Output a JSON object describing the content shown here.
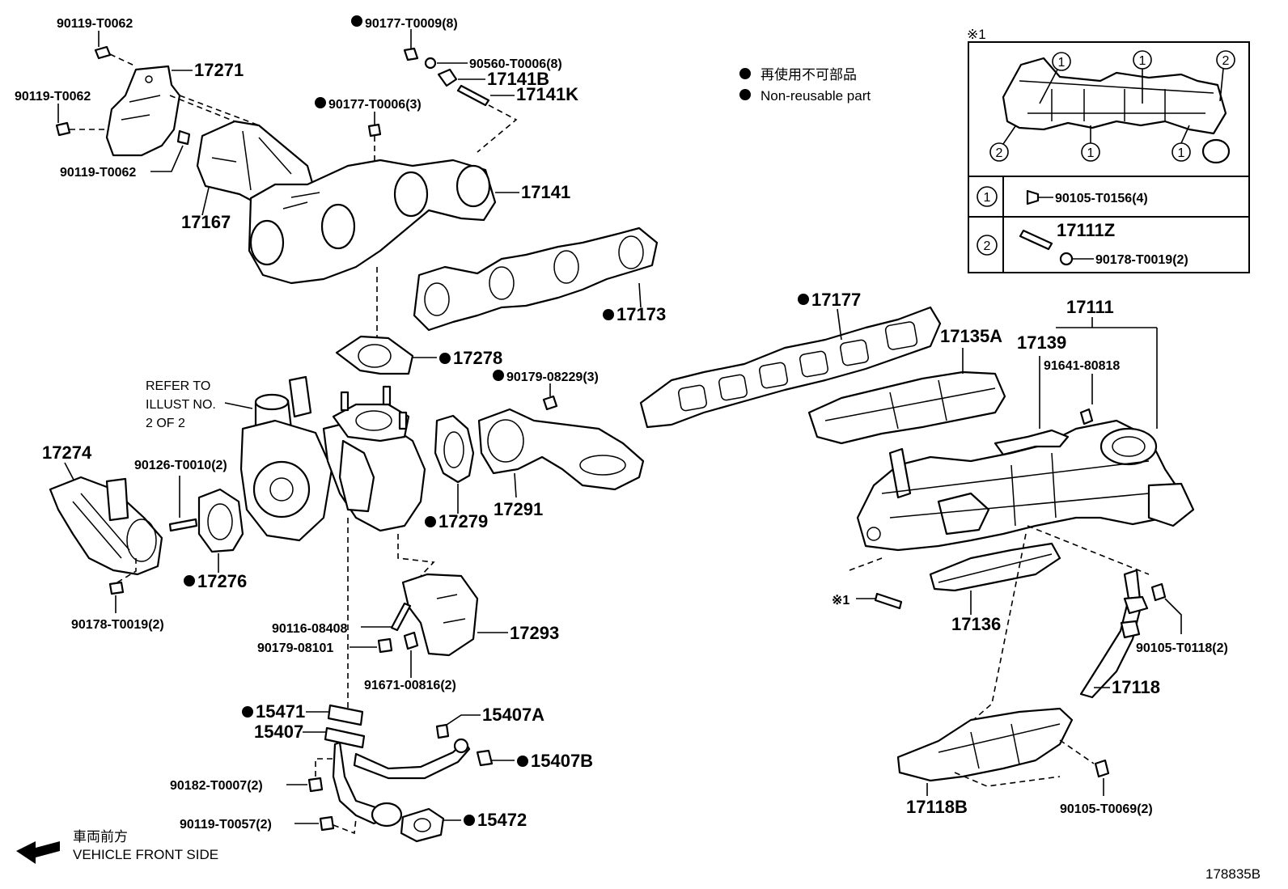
{
  "legend": {
    "ja": "再使用不可部品",
    "en": "Non-reusable part"
  },
  "inset": {
    "title": "※1",
    "row1": {
      "badge": "1",
      "part": "90105-T0156(4)"
    },
    "row2": {
      "badge": "2",
      "part_a": "17111Z",
      "part_b": "90178-T0019(2)"
    },
    "callouts": [
      "1",
      "1",
      "2",
      "2",
      "1",
      "1"
    ]
  },
  "labels": {
    "p90119_T0062_a": "90119-T0062",
    "p17271": "17271",
    "p90119_T0062_b": "90119-T0062",
    "p90119_T0062_c": "90119-T0062",
    "p17167": "17167",
    "p90177_T0009": "90177-T0009(8)",
    "p90560_T0006": "90560-T0006(8)",
    "p17141B": "17141B",
    "p17141K": "17141K",
    "p90177_T0006": "90177-T0006(3)",
    "p17141": "17141",
    "p17173": "17173",
    "p17278": "17278",
    "p90179_08229": "90179-08229(3)",
    "refer1": "REFER TO",
    "refer2": "ILLUST NO.",
    "refer3": "2 OF 2",
    "p17274": "17274",
    "p90126_T0010": "90126-T0010(2)",
    "p17276": "17276",
    "p90178_T0019": "90178-T0019(2)",
    "p17279": "17279",
    "p17291": "17291",
    "p90116_08408": "90116-08408",
    "p90179_08101": "90179-08101",
    "p17293": "17293",
    "p91671_00816": "91671-00816(2)",
    "p15471": "15471",
    "p15407A": "15407A",
    "p15407": "15407",
    "p15407B": "15407B",
    "p90182_T0007": "90182-T0007(2)",
    "p90119_T0057": "90119-T0057(2)",
    "p15472": "15472",
    "p17177": "17177",
    "p17135A": "17135A",
    "p17139": "17139",
    "p17111": "17111",
    "p91641_80818": "91641-80818",
    "p17136": "17136",
    "ref1": "※1",
    "p90105_T0118": "90105-T0118(2)",
    "p17118": "17118",
    "p17118B": "17118B",
    "p90105_T0069": "90105-T0069(2)"
  },
  "front": {
    "ja": "車両前方",
    "en": "VEHICLE FRONT SIDE"
  },
  "figure_code": "178835B"
}
